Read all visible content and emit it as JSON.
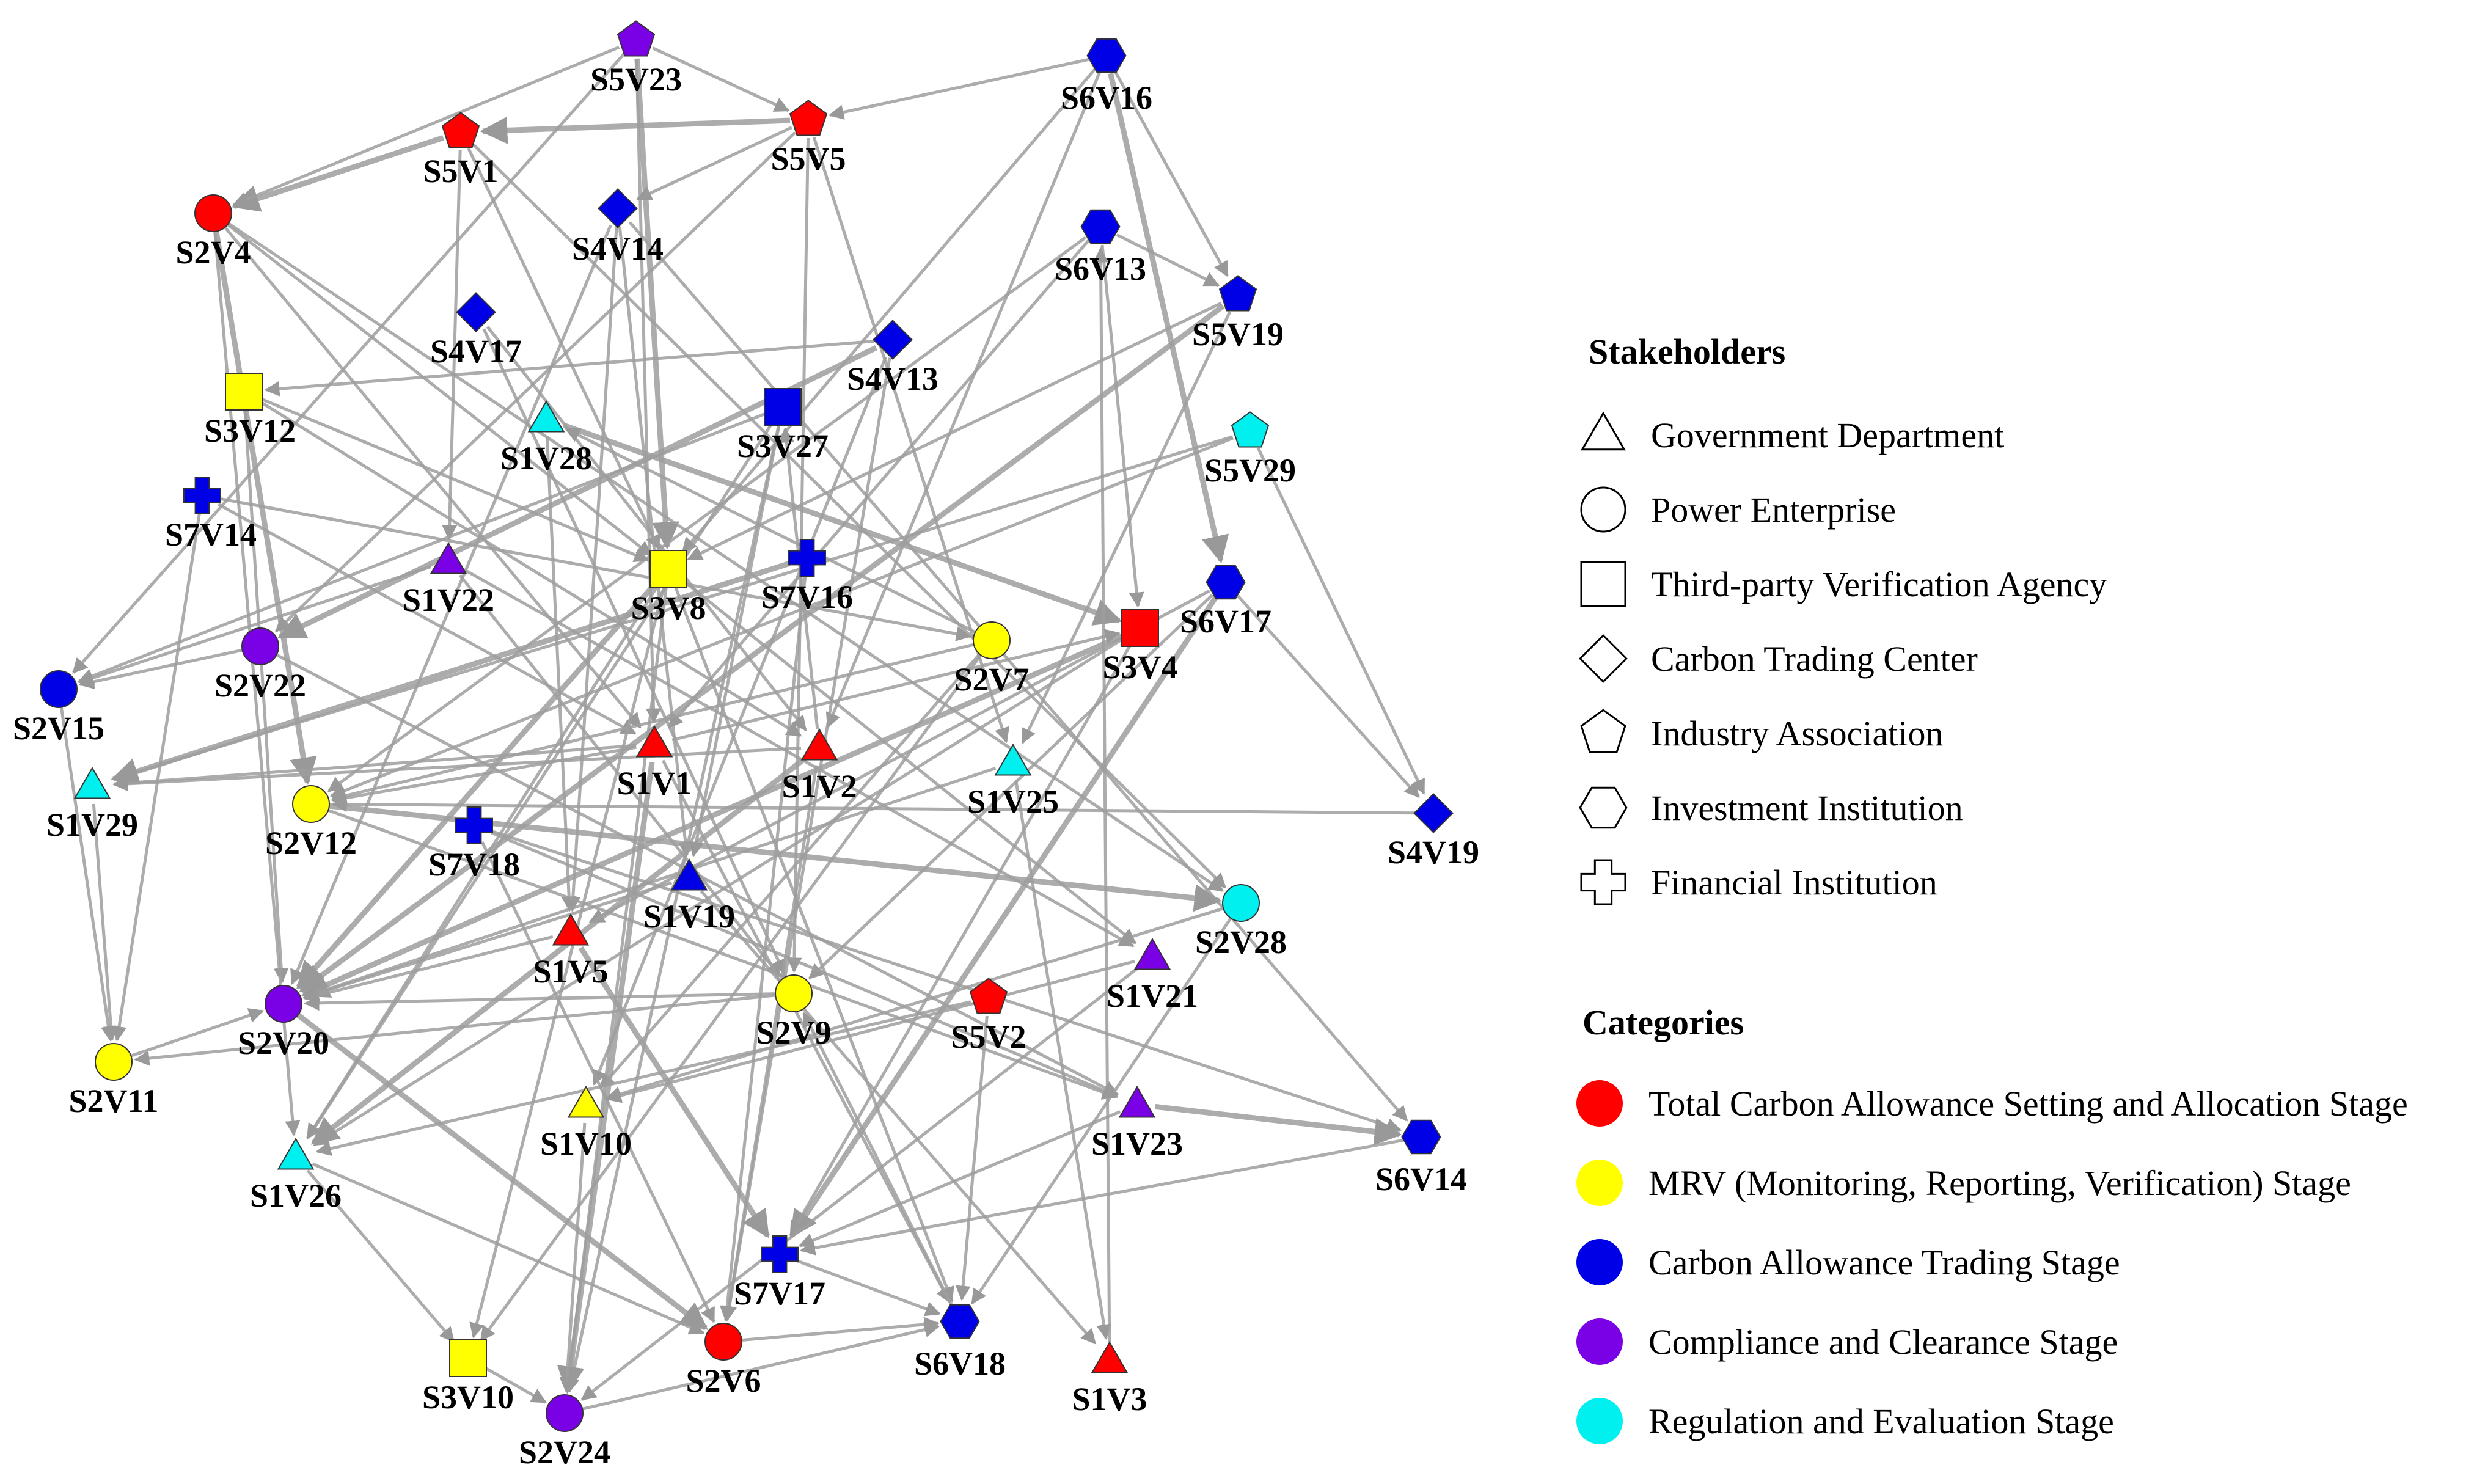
{
  "legend": {
    "stakeholders_title": "Stakeholders",
    "stakeholders": [
      {
        "shape": "triangle",
        "label": "Government Department"
      },
      {
        "shape": "circle",
        "label": "Power Enterprise"
      },
      {
        "shape": "square",
        "label": "Third-party Verification Agency"
      },
      {
        "shape": "diamond",
        "label": "Carbon Trading Center"
      },
      {
        "shape": "pentagon",
        "label": "Industry Association"
      },
      {
        "shape": "hexagon",
        "label": "Investment Institution"
      },
      {
        "shape": "cross",
        "label": "Financial Institution"
      }
    ],
    "categories_title": "Categories",
    "categories": [
      {
        "key": "red",
        "color": "#ff0000",
        "label": "Total Carbon Allowance Setting and Allocation Stage"
      },
      {
        "key": "yellow",
        "color": "#ffff00",
        "label": "MRV (Monitoring, Reporting, Verification) Stage"
      },
      {
        "key": "blue",
        "color": "#0000e6",
        "label": "Carbon Allowance Trading Stage"
      },
      {
        "key": "purple",
        "color": "#7a00e6",
        "label": "Compliance and Clearance Stage"
      },
      {
        "key": "cyan",
        "color": "#00f0f0",
        "label": "Regulation and Evaluation Stage"
      }
    ]
  },
  "nodes": [
    {
      "id": "S5V23",
      "shape": "pentagon",
      "category": "purple"
    },
    {
      "id": "S6V16",
      "shape": "hexagon",
      "category": "blue"
    },
    {
      "id": "S5V1",
      "shape": "pentagon",
      "category": "red"
    },
    {
      "id": "S5V5",
      "shape": "pentagon",
      "category": "red"
    },
    {
      "id": "S2V4",
      "shape": "circle",
      "category": "red"
    },
    {
      "id": "S4V14",
      "shape": "diamond",
      "category": "blue"
    },
    {
      "id": "S6V13",
      "shape": "hexagon",
      "category": "blue"
    },
    {
      "id": "S5V19",
      "shape": "pentagon",
      "category": "blue"
    },
    {
      "id": "S4V17",
      "shape": "diamond",
      "category": "blue"
    },
    {
      "id": "S4V13",
      "shape": "diamond",
      "category": "blue"
    },
    {
      "id": "S3V12",
      "shape": "square",
      "category": "yellow"
    },
    {
      "id": "S1V28",
      "shape": "triangle",
      "category": "cyan"
    },
    {
      "id": "S3V27",
      "shape": "square",
      "category": "blue"
    },
    {
      "id": "S5V29",
      "shape": "pentagon",
      "category": "cyan"
    },
    {
      "id": "S7V14",
      "shape": "cross",
      "category": "blue"
    },
    {
      "id": "S1V22",
      "shape": "triangle",
      "category": "purple"
    },
    {
      "id": "S3V8",
      "shape": "square",
      "category": "yellow"
    },
    {
      "id": "S7V16",
      "shape": "cross",
      "category": "blue"
    },
    {
      "id": "S6V17",
      "shape": "hexagon",
      "category": "blue"
    },
    {
      "id": "S3V4",
      "shape": "square",
      "category": "red"
    },
    {
      "id": "S2V22",
      "shape": "circle",
      "category": "purple"
    },
    {
      "id": "S2V7",
      "shape": "circle",
      "category": "yellow"
    },
    {
      "id": "S2V15",
      "shape": "circle",
      "category": "blue"
    },
    {
      "id": "S1V1",
      "shape": "triangle",
      "category": "red"
    },
    {
      "id": "S1V2",
      "shape": "triangle",
      "category": "red"
    },
    {
      "id": "S1V29",
      "shape": "triangle",
      "category": "cyan"
    },
    {
      "id": "S1V25",
      "shape": "triangle",
      "category": "cyan"
    },
    {
      "id": "S2V12",
      "shape": "circle",
      "category": "yellow"
    },
    {
      "id": "S7V18",
      "shape": "cross",
      "category": "blue"
    },
    {
      "id": "S4V19",
      "shape": "diamond",
      "category": "blue"
    },
    {
      "id": "S1V19",
      "shape": "triangle",
      "category": "blue"
    },
    {
      "id": "S2V28",
      "shape": "circle",
      "category": "cyan"
    },
    {
      "id": "S1V5",
      "shape": "triangle",
      "category": "red"
    },
    {
      "id": "S1V21",
      "shape": "triangle",
      "category": "purple"
    },
    {
      "id": "S2V9",
      "shape": "circle",
      "category": "yellow"
    },
    {
      "id": "S5V2",
      "shape": "pentagon",
      "category": "red"
    },
    {
      "id": "S2V20",
      "shape": "circle",
      "category": "purple"
    },
    {
      "id": "S2V11",
      "shape": "circle",
      "category": "yellow"
    },
    {
      "id": "S1V10",
      "shape": "triangle",
      "category": "yellow"
    },
    {
      "id": "S1V23",
      "shape": "triangle",
      "category": "purple"
    },
    {
      "id": "S6V14",
      "shape": "hexagon",
      "category": "blue"
    },
    {
      "id": "S1V26",
      "shape": "triangle",
      "category": "cyan"
    },
    {
      "id": "S7V17",
      "shape": "cross",
      "category": "blue"
    },
    {
      "id": "S6V18",
      "shape": "hexagon",
      "category": "blue"
    },
    {
      "id": "S2V6",
      "shape": "circle",
      "category": "red"
    },
    {
      "id": "S1V3",
      "shape": "triangle",
      "category": "red"
    },
    {
      "id": "S3V10",
      "shape": "square",
      "category": "yellow"
    },
    {
      "id": "S2V24",
      "shape": "circle",
      "category": "purple"
    }
  ]
}
